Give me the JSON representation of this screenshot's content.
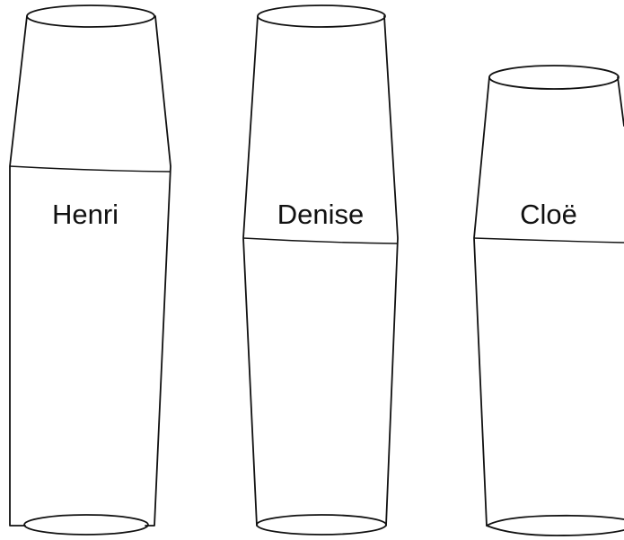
{
  "glasses": [
    {
      "label": "Henri",
      "fill_level": 0.74
    },
    {
      "label": "Denise",
      "fill_level": 0.59
    },
    {
      "label": "Cloë",
      "fill_level": 0.64
    }
  ]
}
